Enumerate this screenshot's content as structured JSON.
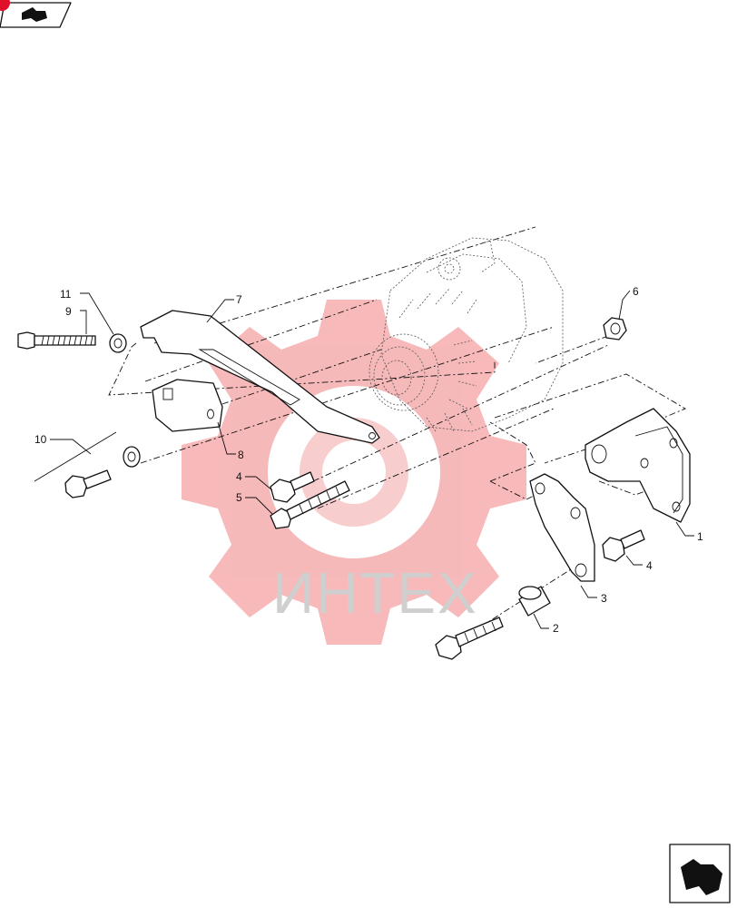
{
  "watermark": {
    "text": "ИНТЕХ",
    "gear_color": "#f08080"
  },
  "callouts": {
    "c1": "1",
    "c2": "2",
    "c3": "3",
    "c4a": "4",
    "c4b": "4",
    "c5": "5",
    "c6": "6",
    "c7": "7",
    "c8": "8",
    "c9": "9",
    "c10": "10",
    "c11": "11"
  },
  "nav": {
    "prev_icon": "back-arrow-icon",
    "next_icon": "forward-arrow-icon",
    "badge_color": "#e0102a"
  }
}
